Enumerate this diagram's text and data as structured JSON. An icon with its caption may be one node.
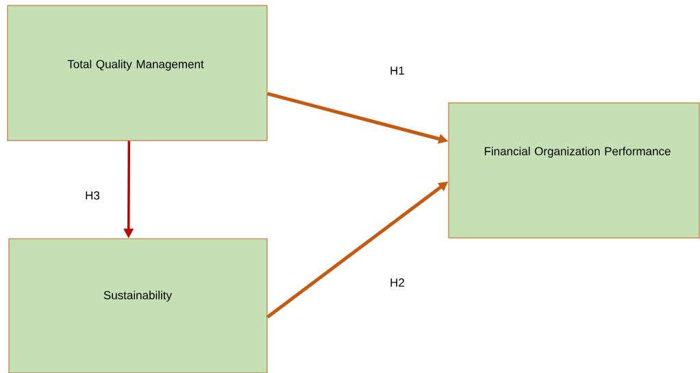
{
  "diagram": {
    "nodes": [
      {
        "text": [
          "Total Quality Management"
        ]
      },
      {
        "text": [
          "Financial Organization Performance"
        ]
      },
      {
        "text": [
          "Sustainability"
        ]
      }
    ],
    "edges": [
      {
        "from": 0,
        "to": 1,
        "arrow": "to",
        "label": "H1"
      },
      {
        "from": 0,
        "to": 2,
        "arrow": "to",
        "label": "H3",
        "color": "#c00000"
      },
      {
        "from": 2,
        "to": 1,
        "arrow": "to",
        "label": "H2"
      }
    ]
  }
}
